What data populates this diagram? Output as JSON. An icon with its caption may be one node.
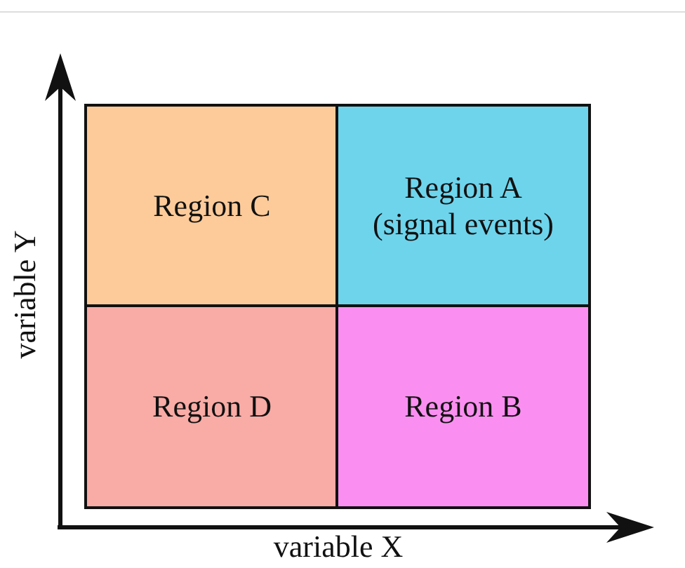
{
  "diagram": {
    "nodes": [
      {
        "text": [
          "Region C"
        ]
      },
      {
        "text": [
          "Region A",
          "(signal events)"
        ]
      },
      {
        "text": [
          "Region D"
        ]
      },
      {
        "text": [
          "Region B"
        ]
      }
    ],
    "labels": [
      "variable Y",
      "variable X"
    ]
  }
}
